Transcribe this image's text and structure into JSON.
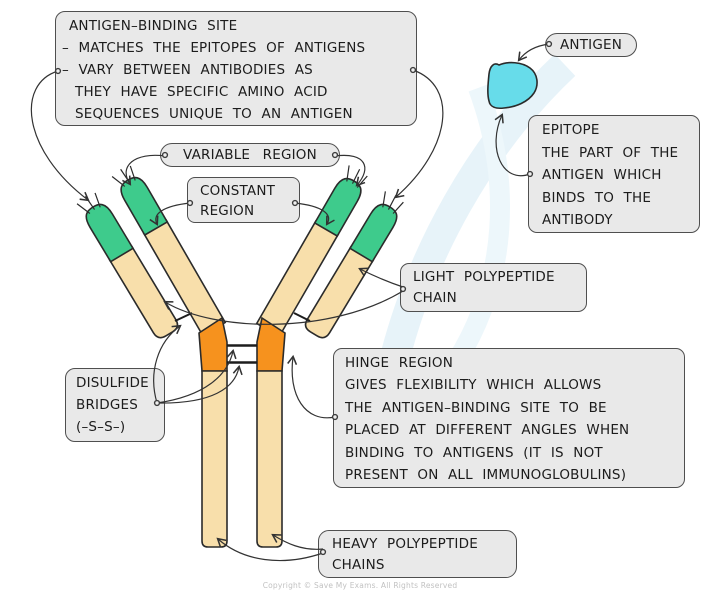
{
  "labels": {
    "antigen_binding_site": {
      "lines": [
        "ANTIGEN–BINDING SITE",
        "– MATCHES THE EPITOPES OF ANTIGENS",
        "– VARY BETWEEN ANTIBODIES AS",
        "THEY HAVE SPECIFIC AMINO ACID",
        "SEQUENCES UNIQUE TO AN ANTIGEN"
      ]
    },
    "variable_region": {
      "text": "VARIABLE REGION"
    },
    "constant_region": {
      "lines": [
        "CONSTANT",
        "REGION"
      ]
    },
    "antigen": {
      "text": "ANTIGEN"
    },
    "epitope": {
      "lines": [
        "EPITOPE",
        "THE PART OF THE",
        "ANTIGEN WHICH",
        "BINDS TO THE",
        "ANTIBODY"
      ]
    },
    "light_polypeptide_chain": {
      "lines": [
        "LIGHT POLYPEPTIDE",
        "CHAIN"
      ]
    },
    "hinge_region": {
      "lines": [
        "HINGE REGION",
        "GIVES FLEXIBILITY WHICH ALLOWS",
        "THE ANTIGEN–BINDING SITE TO BE",
        "PLACED AT DIFFERENT ANGLES WHEN",
        "BINDING TO ANTIGENS (IT IS NOT",
        "PRESENT ON ALL IMMUNOGLOBULINS)"
      ]
    },
    "disulfide_bridges": {
      "lines": [
        "DISULFIDE",
        "BRIDGES",
        "(–S–S–)"
      ]
    },
    "heavy_polypeptide_chains": {
      "lines": [
        "HEAVY POLYPEPTIDE",
        "CHAINS"
      ]
    }
  },
  "footer": {
    "copyright": "Copyright © Save My Exams. All Rights Reserved"
  },
  "colors": {
    "variable_region_green": "#3ecb8c",
    "chain_tan": "#f8dfab",
    "hinge_orange": "#f6921e",
    "antigen_cyan": "#67dcea",
    "label_box_fill": "#e9e9e9",
    "label_box_border": "#4f4f4f",
    "outline": "#2b2b2b"
  }
}
